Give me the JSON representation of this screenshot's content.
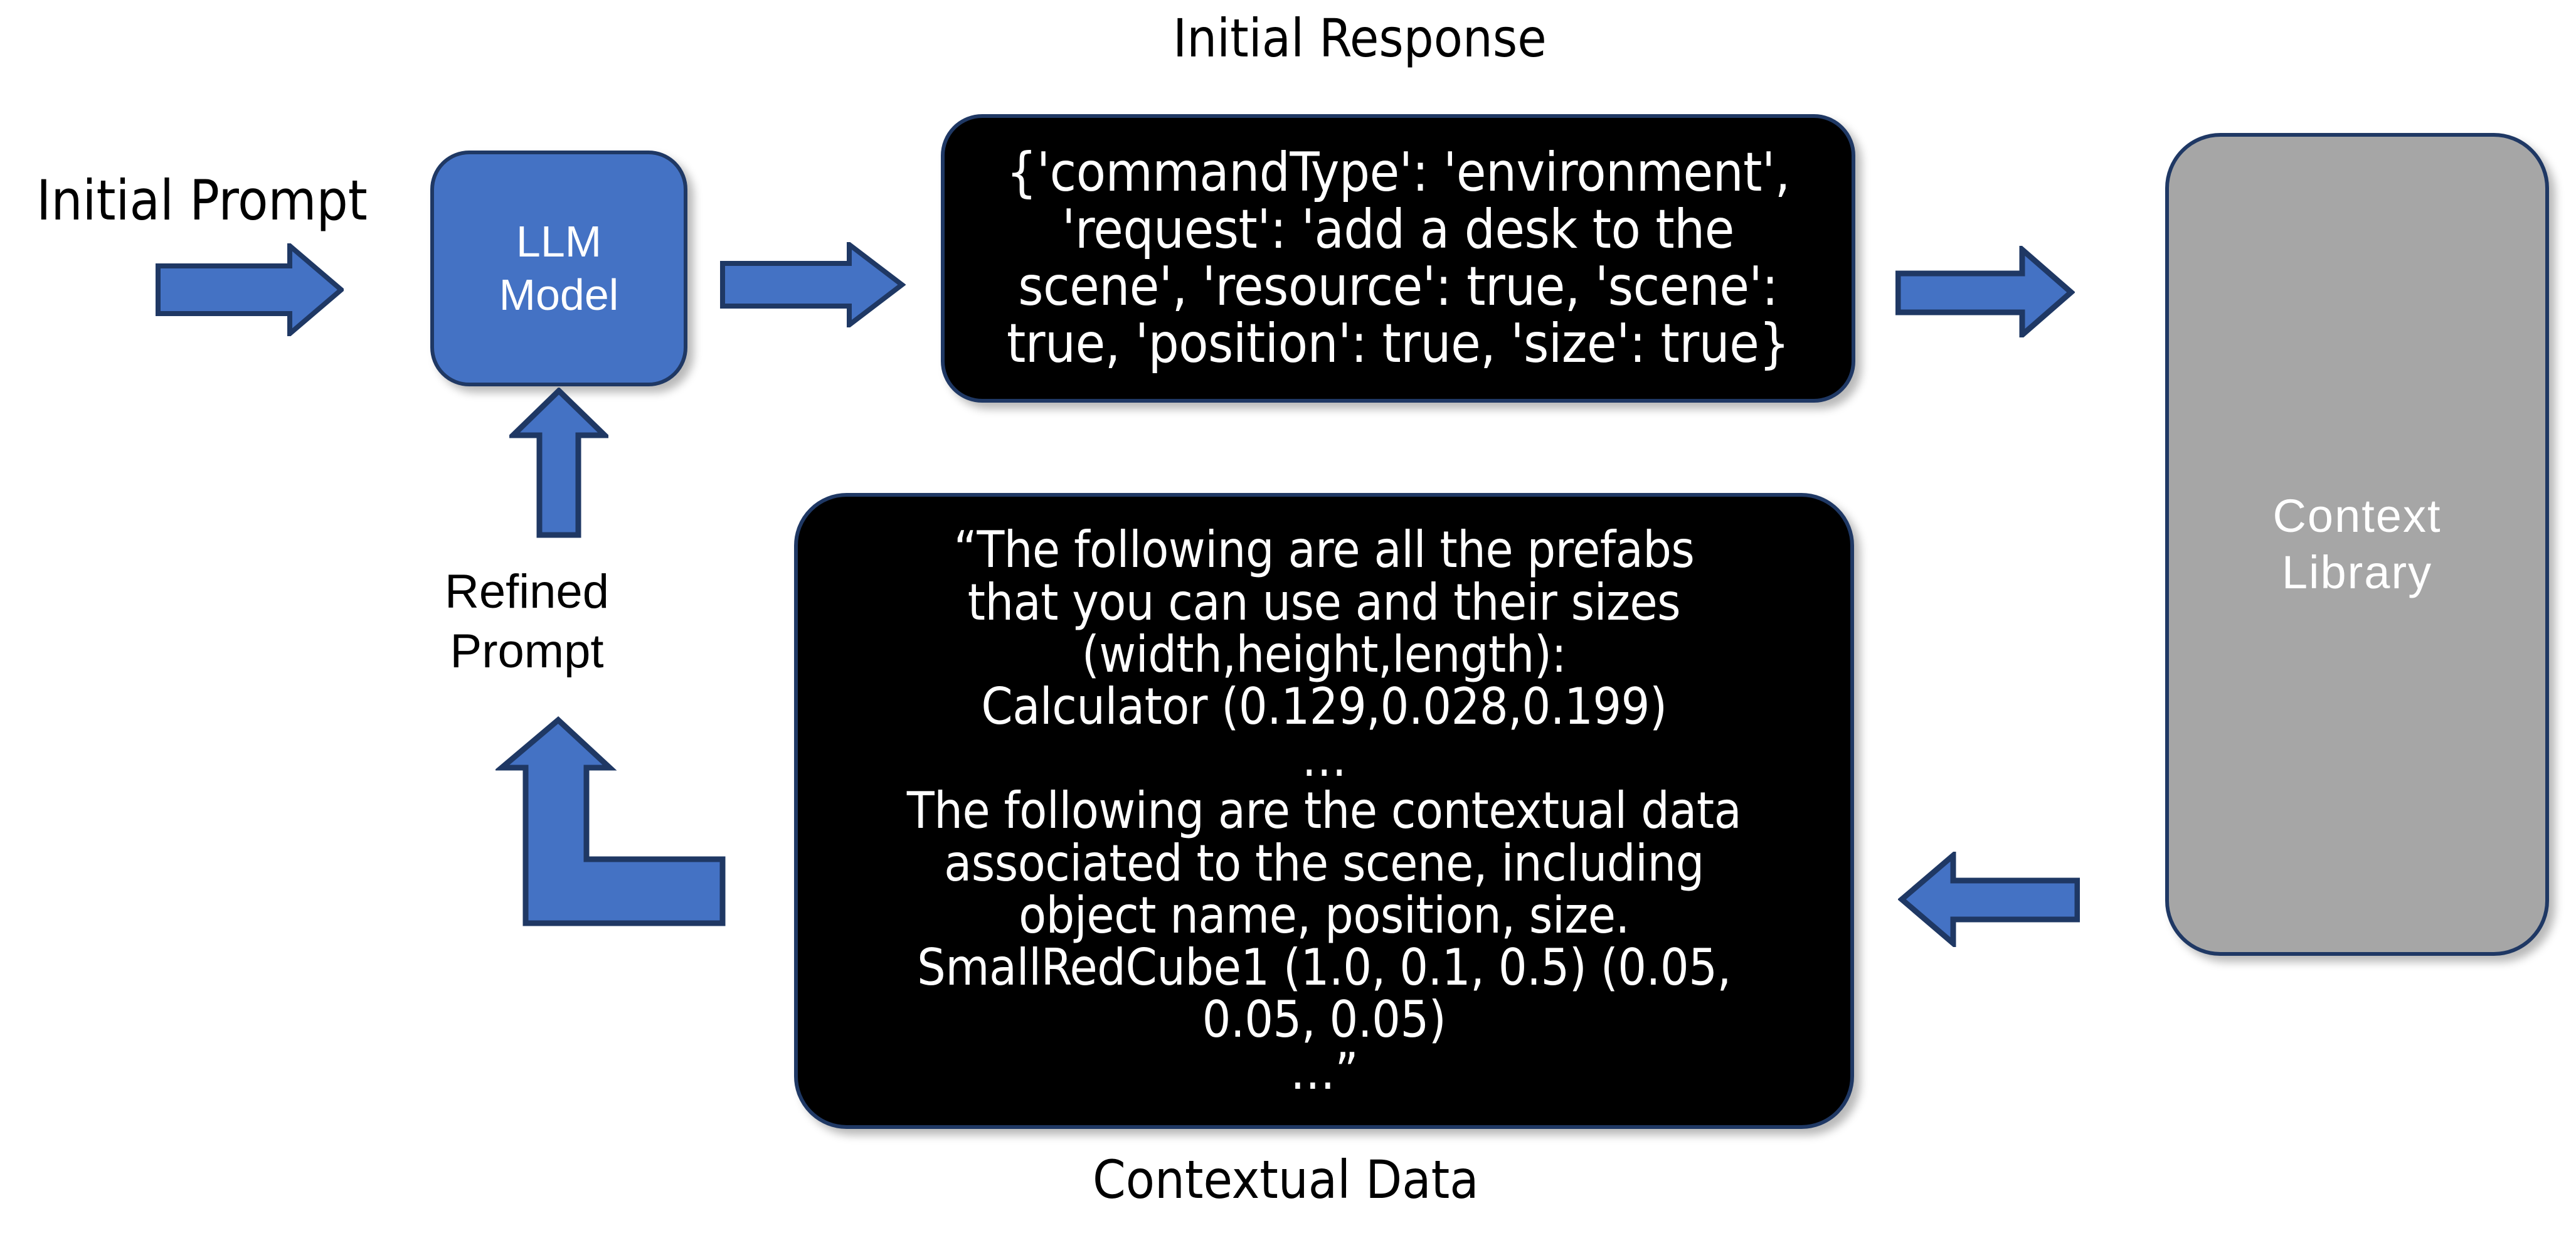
{
  "diagram": {
    "title_initial_response": "Initial Response",
    "title_contextual_data": "Contextual Data",
    "label_initial_prompt": "Initial Prompt",
    "label_refined_prompt_line1": "Refined",
    "label_refined_prompt_line2": "Prompt",
    "llm_box": {
      "line1": "LLM",
      "line2": "Model"
    },
    "context_library_box": {
      "line1": "Context",
      "line2": "Library"
    },
    "initial_response_box": {
      "text": "{'commandType': 'environment',\n'request': 'add a desk to the\nscene', 'resource': true, 'scene':\ntrue, 'position': true, 'size': true}"
    },
    "contextual_data_box": {
      "text": "“The following are all the prefabs\nthat you can use and their sizes\n(width,height,length):\nCalculator (0.129,0.028,0.199)\n…\nThe following are the contextual data\nassociated to the scene, including\nobject name, position, size.\nSmallRedCube1 (1.0, 0.1, 0.5) (0.05,\n0.05, 0.05)\n…”"
    },
    "arrows": [
      {
        "name": "arrow-prompt-to-llm",
        "direction": "right"
      },
      {
        "name": "arrow-llm-to-response",
        "direction": "right"
      },
      {
        "name": "arrow-response-to-library",
        "direction": "right"
      },
      {
        "name": "arrow-library-to-context",
        "direction": "left"
      },
      {
        "name": "arrow-refined-prompt-up",
        "direction": "up"
      },
      {
        "name": "arrow-context-elbow-up",
        "direction": "elbow-up"
      }
    ],
    "colors": {
      "accent_blue": "#4472C4",
      "outline_navy": "#1F3864",
      "box_black": "#000000",
      "box_gray": "#A6A6A6",
      "background": "#FFFFFF",
      "text_white": "#FFFFFF",
      "text_black": "#000000"
    }
  }
}
